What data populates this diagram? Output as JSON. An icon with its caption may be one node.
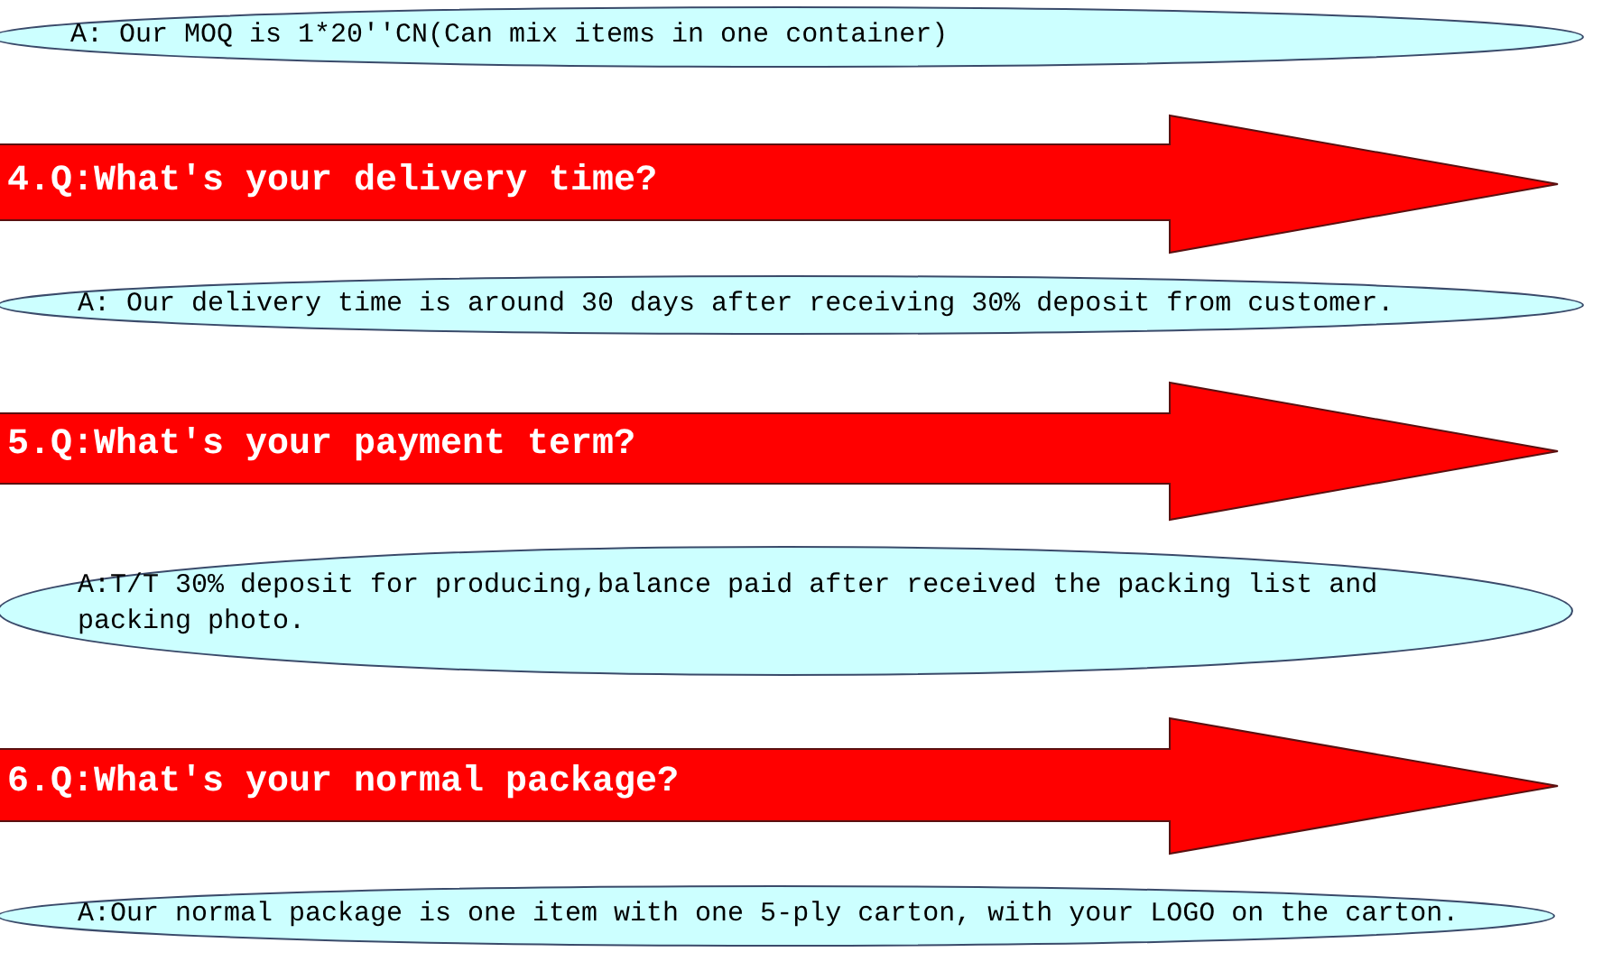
{
  "diagram": {
    "nodes": [
      {
        "text": [
          "A: Our MOQ is 1*20''CN(Can mix items in one container)"
        ]
      },
      {
        "text": [
          "4.Q:What's your delivery time?"
        ]
      },
      {
        "text": [
          "A: Our delivery time is around 30 days after receiving 30% deposit from customer."
        ]
      },
      {
        "text": [
          "5.Q:What's your payment term?"
        ]
      },
      {
        "text": [
          "A:T/T 30% deposit for producing,balance paid after received the packing list and packing photo."
        ]
      },
      {
        "text": [
          "6.Q:What's your normal package?"
        ]
      },
      {
        "text": [
          "A:Our normal package is one item with one 5-ply carton, with your LOGO on the carton."
        ]
      }
    ]
  }
}
